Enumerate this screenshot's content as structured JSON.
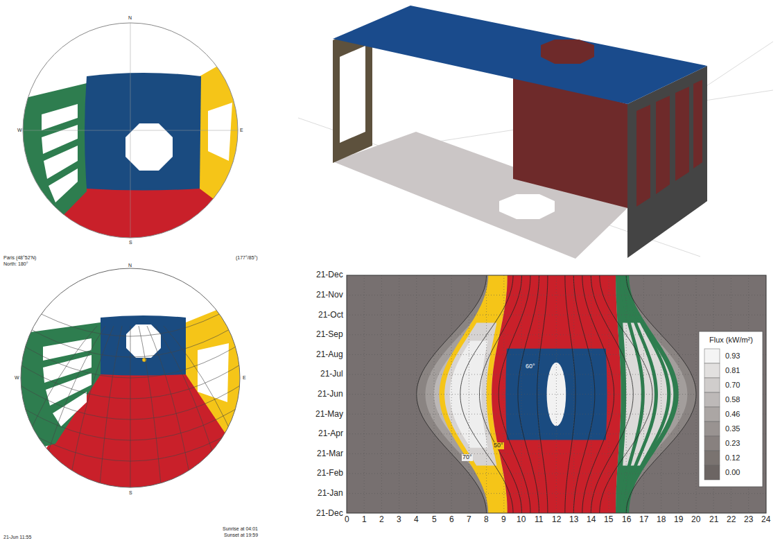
{
  "diagram": {
    "labels": [
      "N",
      "W",
      "E",
      "S",
      "Paris (48°52'N)",
      "North: 180°",
      "(177°/85°)",
      "N",
      "W",
      "E",
      "S",
      "21-Jun 11:55",
      "Sunrise at 04:01",
      "Sunset at 19:59",
      "21-Dec",
      "21-Nov",
      "21-Oct",
      "21-Sep",
      "21-Aug",
      "21-Jul",
      "21-Jun",
      "21-May",
      "21-Apr",
      "21-Mar",
      "21-Feb",
      "21-Jan",
      "21-Dec",
      "0",
      "1",
      "2",
      "3",
      "4",
      "5",
      "6",
      "7",
      "8",
      "9",
      "10",
      "11",
      "12",
      "13",
      "14",
      "15",
      "16",
      "17",
      "18",
      "19",
      "20",
      "21",
      "22",
      "23",
      "24",
      "Flux (kW/m²)",
      "70°",
      "50°",
      "60°"
    ],
    "legend": [
      {
        "text": "0.93",
        "color": "#f4f4f4"
      },
      {
        "text": "0.81",
        "color": "#e2e0df"
      },
      {
        "text": "0.70",
        "color": "#d0cdcc"
      },
      {
        "text": "0.58",
        "color": "#bdb9b8"
      },
      {
        "text": "0.46",
        "color": "#aba6a4"
      },
      {
        "text": "0.35",
        "color": "#999391"
      },
      {
        "text": "0.23",
        "color": "#88817f"
      },
      {
        "text": "0.12",
        "color": "#7a7370"
      },
      {
        "text": "0.00",
        "color": "#6c6563"
      }
    ]
  }
}
